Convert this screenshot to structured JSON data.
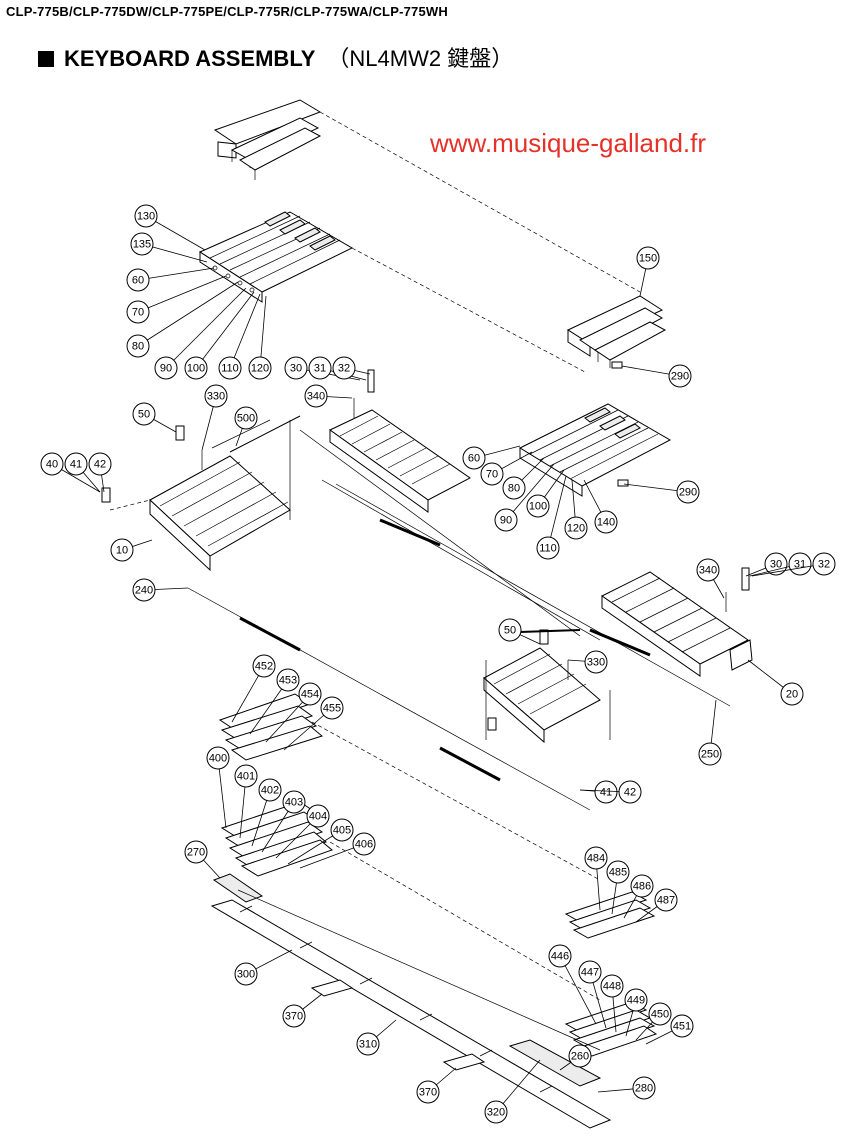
{
  "header": {
    "models": "CLP-775B/CLP-775DW/CLP-775PE/CLP-775R/CLP-775WA/CLP-775WH"
  },
  "title": {
    "main": "KEYBOARD ASSEMBLY",
    "sub": "（NL4MW2 鍵盤）"
  },
  "watermark": "www.musique-galland.fr",
  "callouts": [
    {
      "id": "c130",
      "label": "130"
    },
    {
      "id": "c135",
      "label": "135"
    },
    {
      "id": "c60a",
      "label": "60"
    },
    {
      "id": "c70a",
      "label": "70"
    },
    {
      "id": "c80a",
      "label": "80"
    },
    {
      "id": "c90a",
      "label": "90"
    },
    {
      "id": "c100a",
      "label": "100"
    },
    {
      "id": "c110a",
      "label": "110"
    },
    {
      "id": "c120a",
      "label": "120"
    },
    {
      "id": "c150",
      "label": "150"
    },
    {
      "id": "c290a",
      "label": "290"
    },
    {
      "id": "c30a",
      "label": "30"
    },
    {
      "id": "c31a",
      "label": "31"
    },
    {
      "id": "c32a",
      "label": "32"
    },
    {
      "id": "c340a",
      "label": "340"
    },
    {
      "id": "c50a",
      "label": "50"
    },
    {
      "id": "c330a",
      "label": "330"
    },
    {
      "id": "c500",
      "label": "500"
    },
    {
      "id": "c40",
      "label": "40"
    },
    {
      "id": "c41a",
      "label": "41"
    },
    {
      "id": "c42a",
      "label": "42"
    },
    {
      "id": "c10",
      "label": "10"
    },
    {
      "id": "c60b",
      "label": "60"
    },
    {
      "id": "c70b",
      "label": "70"
    },
    {
      "id": "c80b",
      "label": "80"
    },
    {
      "id": "c90b",
      "label": "90"
    },
    {
      "id": "c100b",
      "label": "100"
    },
    {
      "id": "c110b",
      "label": "110"
    },
    {
      "id": "c120b",
      "label": "120"
    },
    {
      "id": "c140",
      "label": "140"
    },
    {
      "id": "c290b",
      "label": "290"
    },
    {
      "id": "c340b",
      "label": "340"
    },
    {
      "id": "c30b",
      "label": "30"
    },
    {
      "id": "c31b",
      "label": "31"
    },
    {
      "id": "c32b",
      "label": "32"
    },
    {
      "id": "c240",
      "label": "240"
    },
    {
      "id": "c50b",
      "label": "50"
    },
    {
      "id": "c330b",
      "label": "330"
    },
    {
      "id": "c20",
      "label": "20"
    },
    {
      "id": "c452",
      "label": "452"
    },
    {
      "id": "c453",
      "label": "453"
    },
    {
      "id": "c454",
      "label": "454"
    },
    {
      "id": "c455",
      "label": "455"
    },
    {
      "id": "c250",
      "label": "250"
    },
    {
      "id": "c400",
      "label": "400"
    },
    {
      "id": "c401",
      "label": "401"
    },
    {
      "id": "c402",
      "label": "402"
    },
    {
      "id": "c403",
      "label": "403"
    },
    {
      "id": "c404",
      "label": "404"
    },
    {
      "id": "c405",
      "label": "405"
    },
    {
      "id": "c406",
      "label": "406"
    },
    {
      "id": "c41b",
      "label": "41"
    },
    {
      "id": "c42b",
      "label": "42"
    },
    {
      "id": "c270",
      "label": "270"
    },
    {
      "id": "c484",
      "label": "484"
    },
    {
      "id": "c485",
      "label": "485"
    },
    {
      "id": "c486",
      "label": "486"
    },
    {
      "id": "c487",
      "label": "487"
    },
    {
      "id": "c446",
      "label": "446"
    },
    {
      "id": "c447",
      "label": "447"
    },
    {
      "id": "c448",
      "label": "448"
    },
    {
      "id": "c449",
      "label": "449"
    },
    {
      "id": "c450",
      "label": "450"
    },
    {
      "id": "c451",
      "label": "451"
    },
    {
      "id": "c300",
      "label": "300"
    },
    {
      "id": "c370a",
      "label": "370"
    },
    {
      "id": "c310",
      "label": "310"
    },
    {
      "id": "c260",
      "label": "260"
    },
    {
      "id": "c370b",
      "label": "370"
    },
    {
      "id": "c280",
      "label": "280"
    },
    {
      "id": "c320",
      "label": "320"
    }
  ]
}
